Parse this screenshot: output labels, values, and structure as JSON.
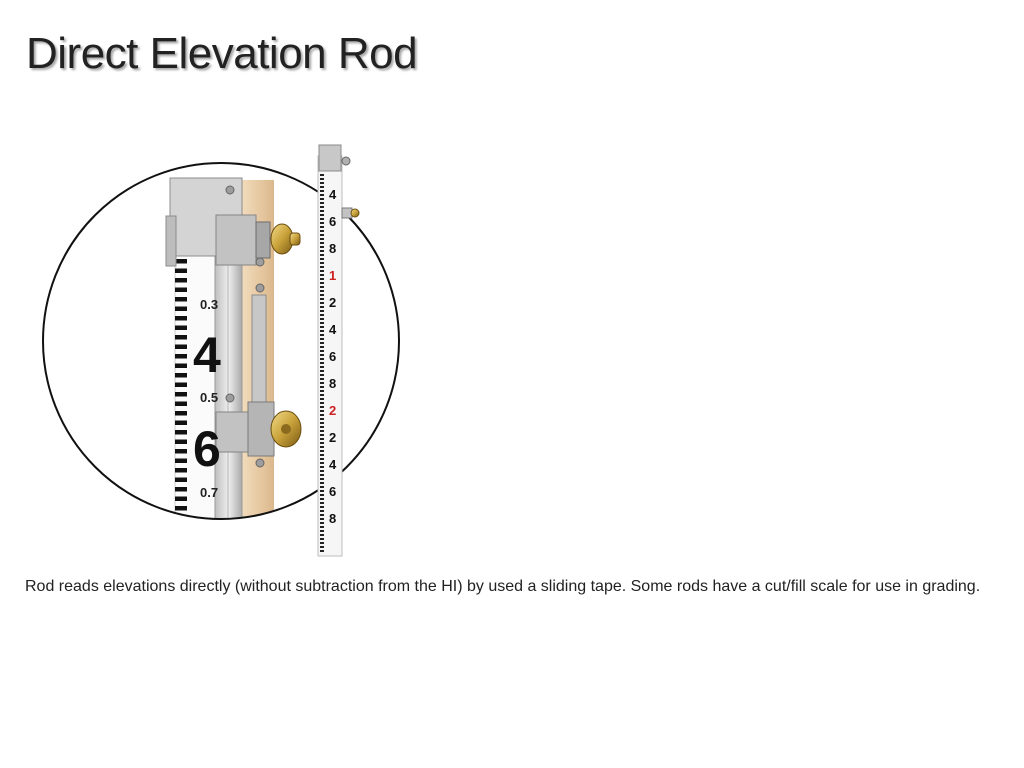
{
  "slide": {
    "title": "Direct Elevation Rod",
    "body": "Rod reads elevations directly (without subtraction from the HI) by used a sliding tape. Some rods have a cut/fill scale for use in grading."
  },
  "figure": {
    "zoom_labels": {
      "tenth_top": "0.3",
      "digit_top": "4",
      "tenth_mid": "0.5",
      "digit_bottom": "6",
      "tenth_bottom": "0.7"
    },
    "rod_numbers": [
      "4",
      "6",
      "8",
      "1",
      "2",
      "4",
      "6",
      "8",
      "2",
      "2",
      "4",
      "6",
      "8"
    ],
    "rod_red_numbers": [
      "1",
      "2"
    ]
  },
  "colors": {
    "text": "#222222",
    "rod_red": "#cc2222",
    "brass": "#c9a23a",
    "wood": "#e8c9a0",
    "aluminum": "#d8d8d8"
  }
}
